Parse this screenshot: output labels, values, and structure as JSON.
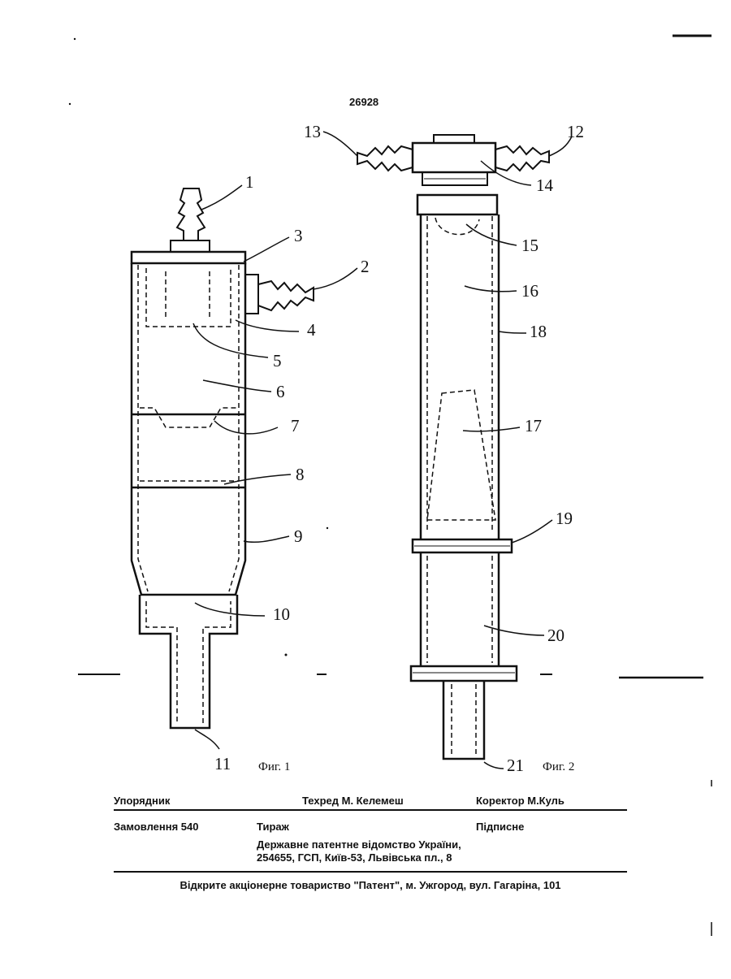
{
  "patent_number": "26928",
  "figures": {
    "fig1": {
      "caption": "Фиг. 1",
      "labels": [
        "1",
        "2",
        "3",
        "4",
        "5",
        "6",
        "7",
        "8",
        "9",
        "10",
        "11"
      ]
    },
    "fig2": {
      "caption": "Фиг. 2",
      "labels": [
        "12",
        "13",
        "14",
        "15",
        "16",
        "17",
        "18",
        "19",
        "20",
        "21"
      ]
    }
  },
  "footer": {
    "compiler": "Упорядник",
    "tech_editor": "Техред М. Келемеш",
    "proofreader": "Коректор М.Куль",
    "order": "Замовлення 540",
    "circulation": "Тираж",
    "subscription": "Підписне",
    "office_line1": "Державне патентне відомство України,",
    "office_line2": "254655, ГСП, Київ-53, Львівська пл., 8",
    "printer": "Відкрите акціонерне товариство \"Патент\", м. Ужгород, вул. Гагаріна, 101"
  }
}
